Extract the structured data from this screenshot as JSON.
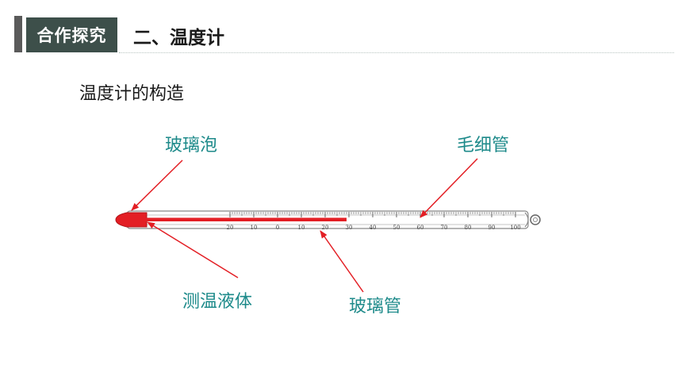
{
  "header": {
    "tag": "合作探究",
    "title": "二、温度计"
  },
  "section": {
    "subtitle": "温度计的构造"
  },
  "labels": {
    "bulb": "玻璃泡",
    "capillary": "毛细管",
    "liquid": "测温液体",
    "tube": "玻璃管"
  },
  "scale": {
    "ticks": [
      "20",
      "10",
      "0",
      "10",
      "20",
      "30",
      "40",
      "50",
      "60",
      "70",
      "80",
      "90",
      "100"
    ]
  },
  "colors": {
    "label": "#1d8a8a",
    "arrow": "#e31e24",
    "liquid": "#e31e24",
    "header_tag_bg": "#3d4f4a"
  }
}
